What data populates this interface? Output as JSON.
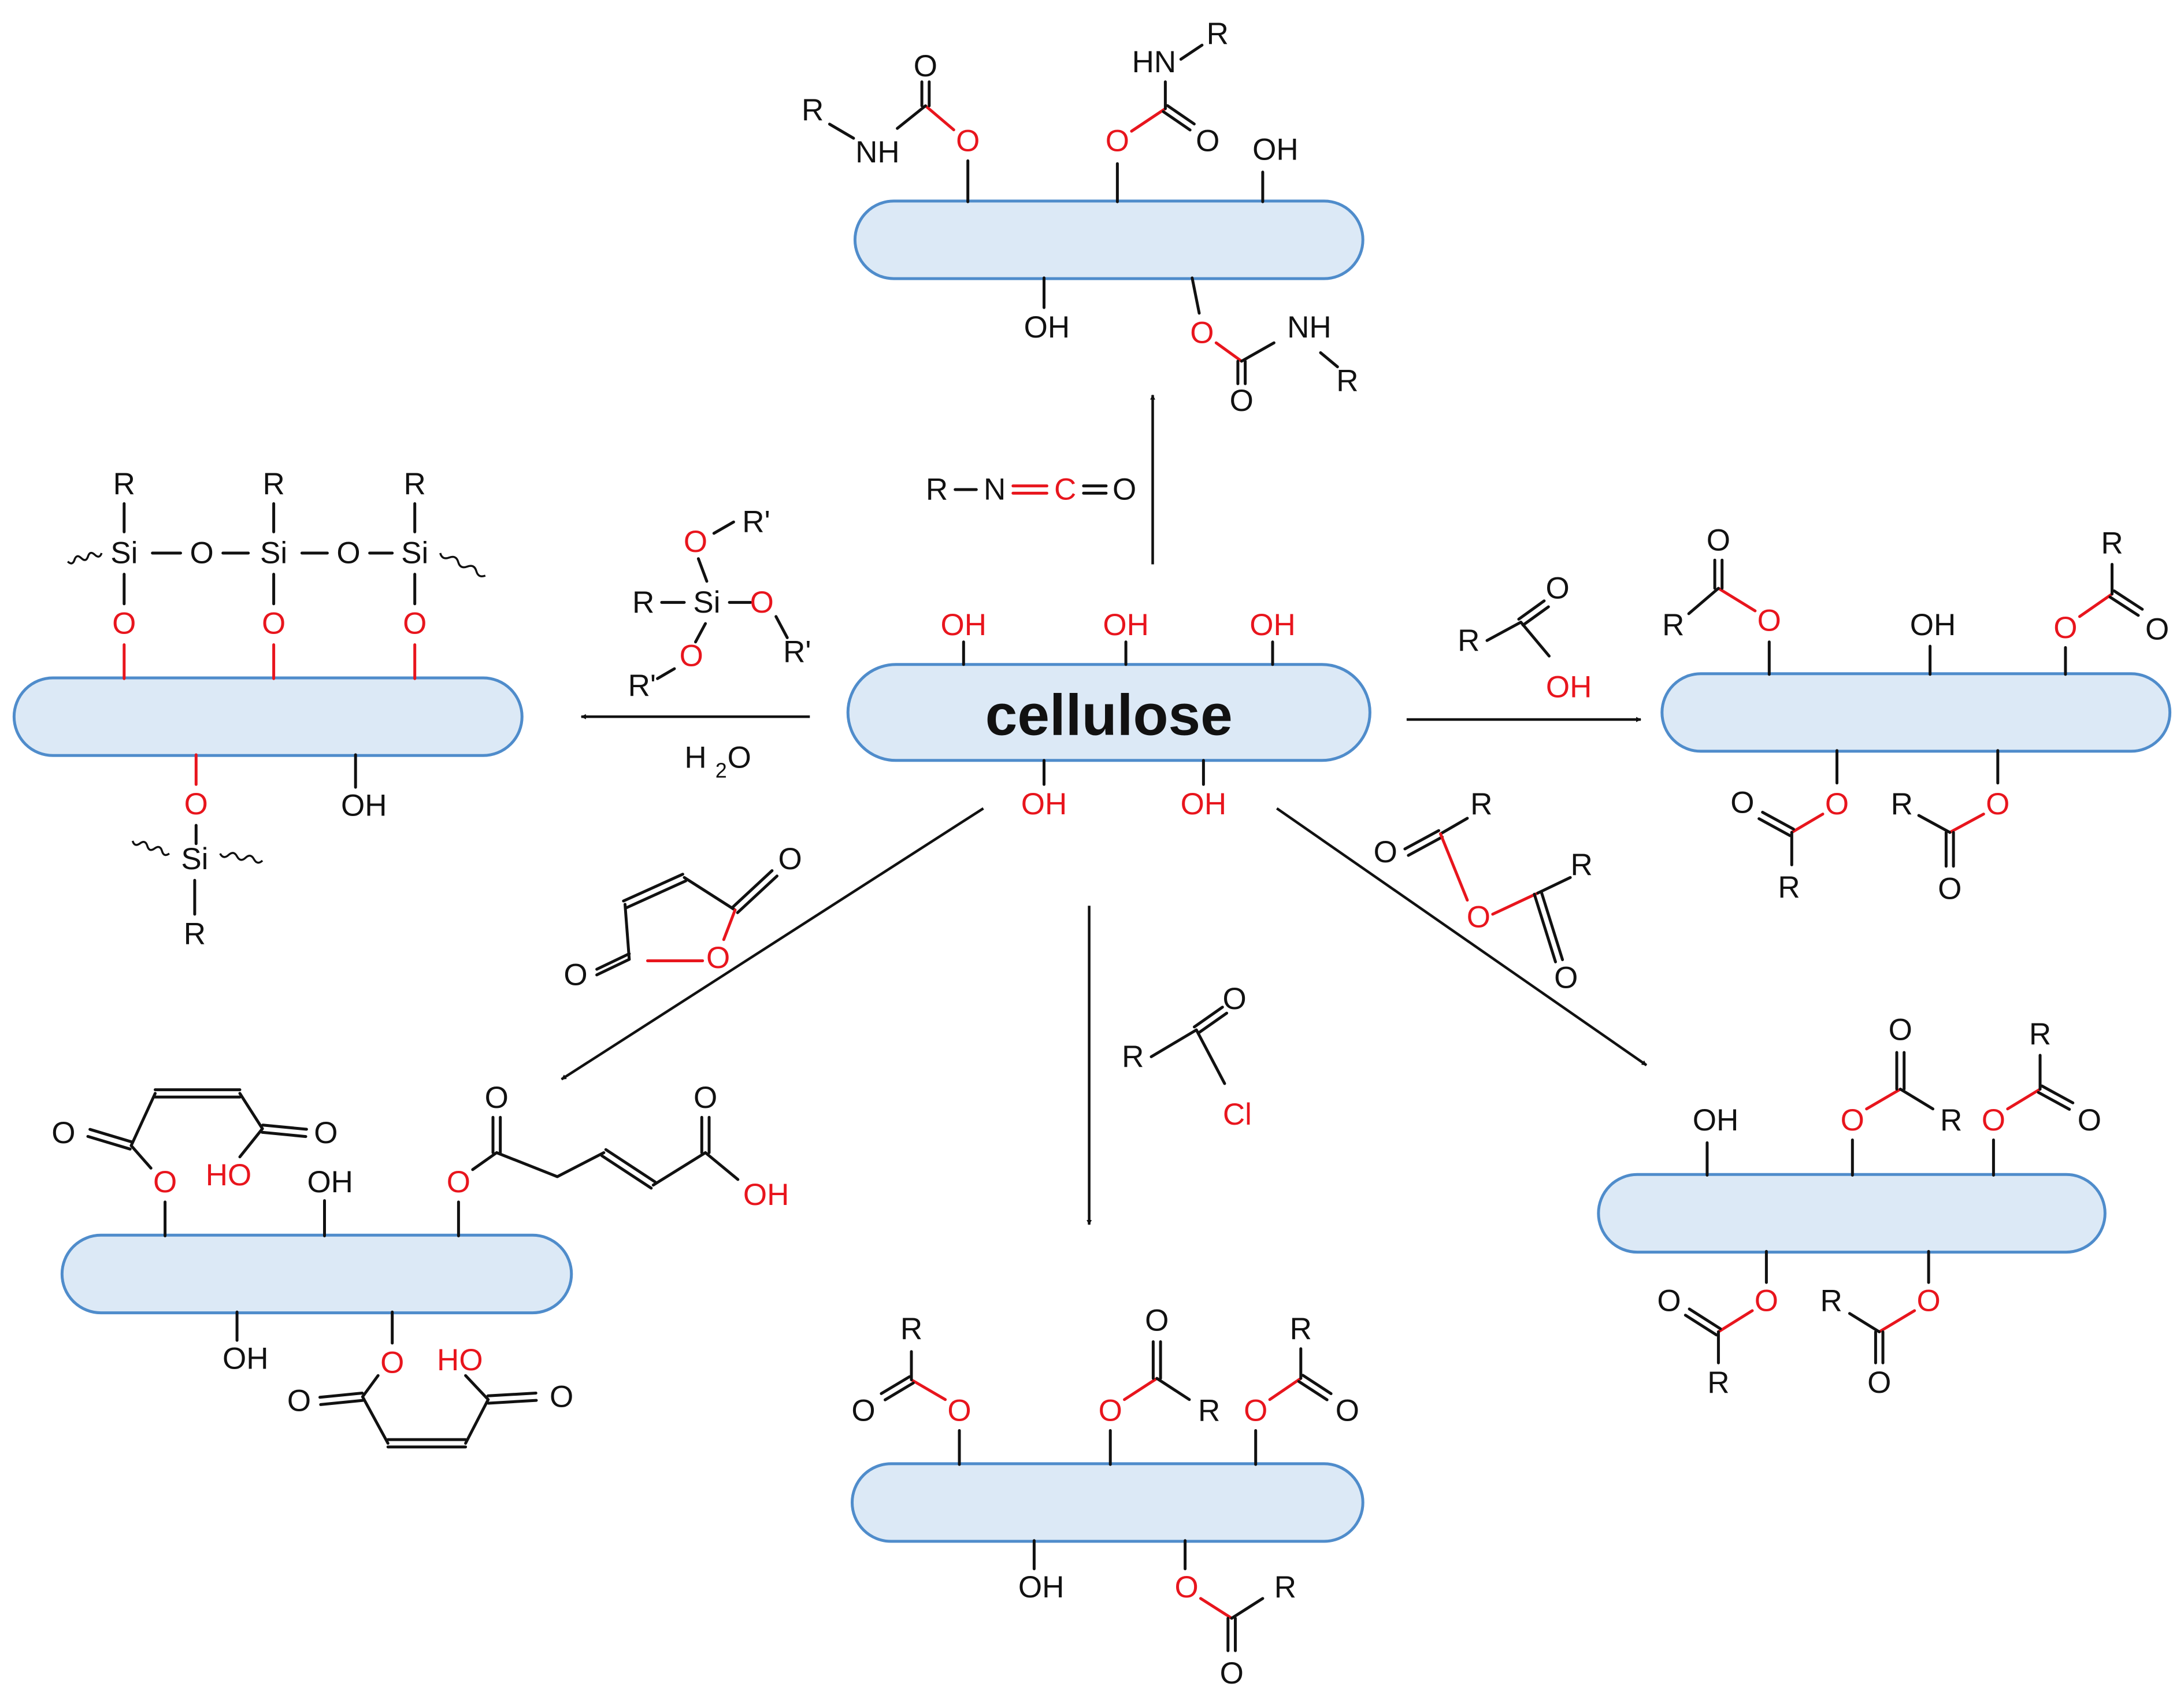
{
  "colors": {
    "bond": "#111111",
    "oxygen": "#e8151d",
    "chain_fill": "#dce9f6",
    "chain_stroke": "#4f8ccb"
  },
  "center": {
    "label": "cellulose",
    "hydroxyl": "OH"
  },
  "symbols": {
    "R": "R",
    "R_prime": "R'",
    "O": "O",
    "OH": "OH",
    "HO": "HO",
    "NH": "NH",
    "HN": "HN",
    "N": "N",
    "C": "C",
    "Si": "Si",
    "Cl": "Cl",
    "H": "H",
    "two": "2"
  },
  "reagents": {
    "isocyanate": "R–N=C=O",
    "silane": "R–Si(OR')3",
    "silane_condition": "H2O",
    "carboxylic_acid": "RCOOH",
    "anhydride": "(RCO)2O",
    "maleic_anhydride": "maleic anhydride",
    "acyl_chloride": "RCOCl"
  }
}
